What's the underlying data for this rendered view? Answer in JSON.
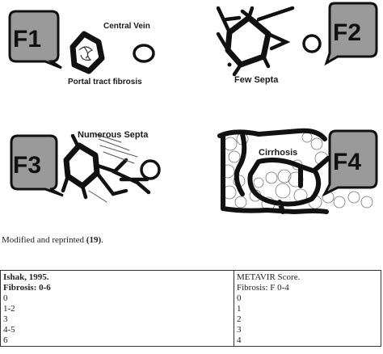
{
  "figure": {
    "panels": [
      {
        "stage": "F1",
        "labels": [
          "Central Vein",
          "Portal tract fibrosis"
        ]
      },
      {
        "stage": "F2",
        "labels": [
          "Few Septa"
        ]
      },
      {
        "stage": "F3",
        "labels": [
          "Numerous Septa"
        ]
      },
      {
        "stage": "F4",
        "labels": [
          "Cirrhosis"
        ]
      }
    ]
  },
  "caption": {
    "prefix": "Modified and reprinted ",
    "ref": "(19)",
    "suffix": "."
  },
  "table": {
    "ishak": {
      "title": "Ishak, 1995.",
      "subtitle": "Fibrosis:  0-6",
      "rows": [
        "0",
        "1-2",
        "3",
        "4-5",
        "6"
      ]
    },
    "metavir": {
      "title": "METAVIR Score.",
      "subtitle": "Fibrosis: F 0-4",
      "rows": [
        "0",
        "1",
        "2",
        "3",
        "4"
      ]
    }
  }
}
